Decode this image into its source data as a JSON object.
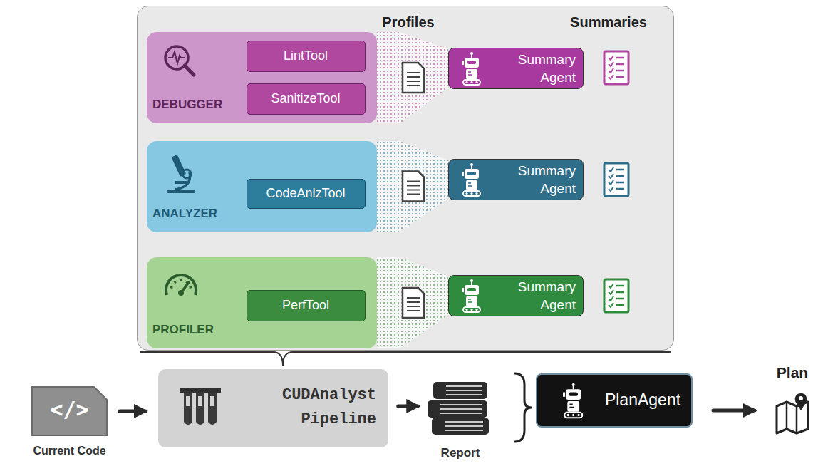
{
  "diagram": {
    "nodes": [
      {
        "text": [
          "Profiles",
          "Summaries"
        ]
      },
      {
        "text": [
          "DEBUGGER"
        ],
        "in": 0
      },
      {
        "text": [
          "LintTool"
        ],
        "in": 1
      },
      {
        "text": [
          "SanitizeTool"
        ],
        "in": 1
      },
      {
        "text": [
          "Summary Agent"
        ],
        "in": 0
      },
      {
        "text": [
          "ANALYZER"
        ],
        "in": 0
      },
      {
        "text": [
          "CodeAnlzTool"
        ],
        "in": 5
      },
      {
        "text": [
          "Summary Agent"
        ],
        "in": 0
      },
      {
        "text": [
          "PROFILER"
        ],
        "in": 0
      },
      {
        "text": [
          "PerfTool"
        ],
        "in": 8
      },
      {
        "text": [
          "Summary Agent"
        ],
        "in": 0
      },
      {
        "text": [
          "</>",
          "Current Code"
        ]
      },
      {
        "text": [
          "CUDAnalyst Pipeline"
        ]
      },
      {
        "text": [
          "Report"
        ]
      },
      {
        "text": [
          "PlanAgent"
        ]
      },
      {
        "text": [
          "Plan"
        ]
      }
    ],
    "edges": [
      {
        "from": 11,
        "to": 12,
        "arrow": "to"
      },
      {
        "from": 12,
        "to": 13,
        "arrow": "to"
      },
      {
        "from": 14,
        "to": 15,
        "arrow": "to"
      }
    ]
  }
}
